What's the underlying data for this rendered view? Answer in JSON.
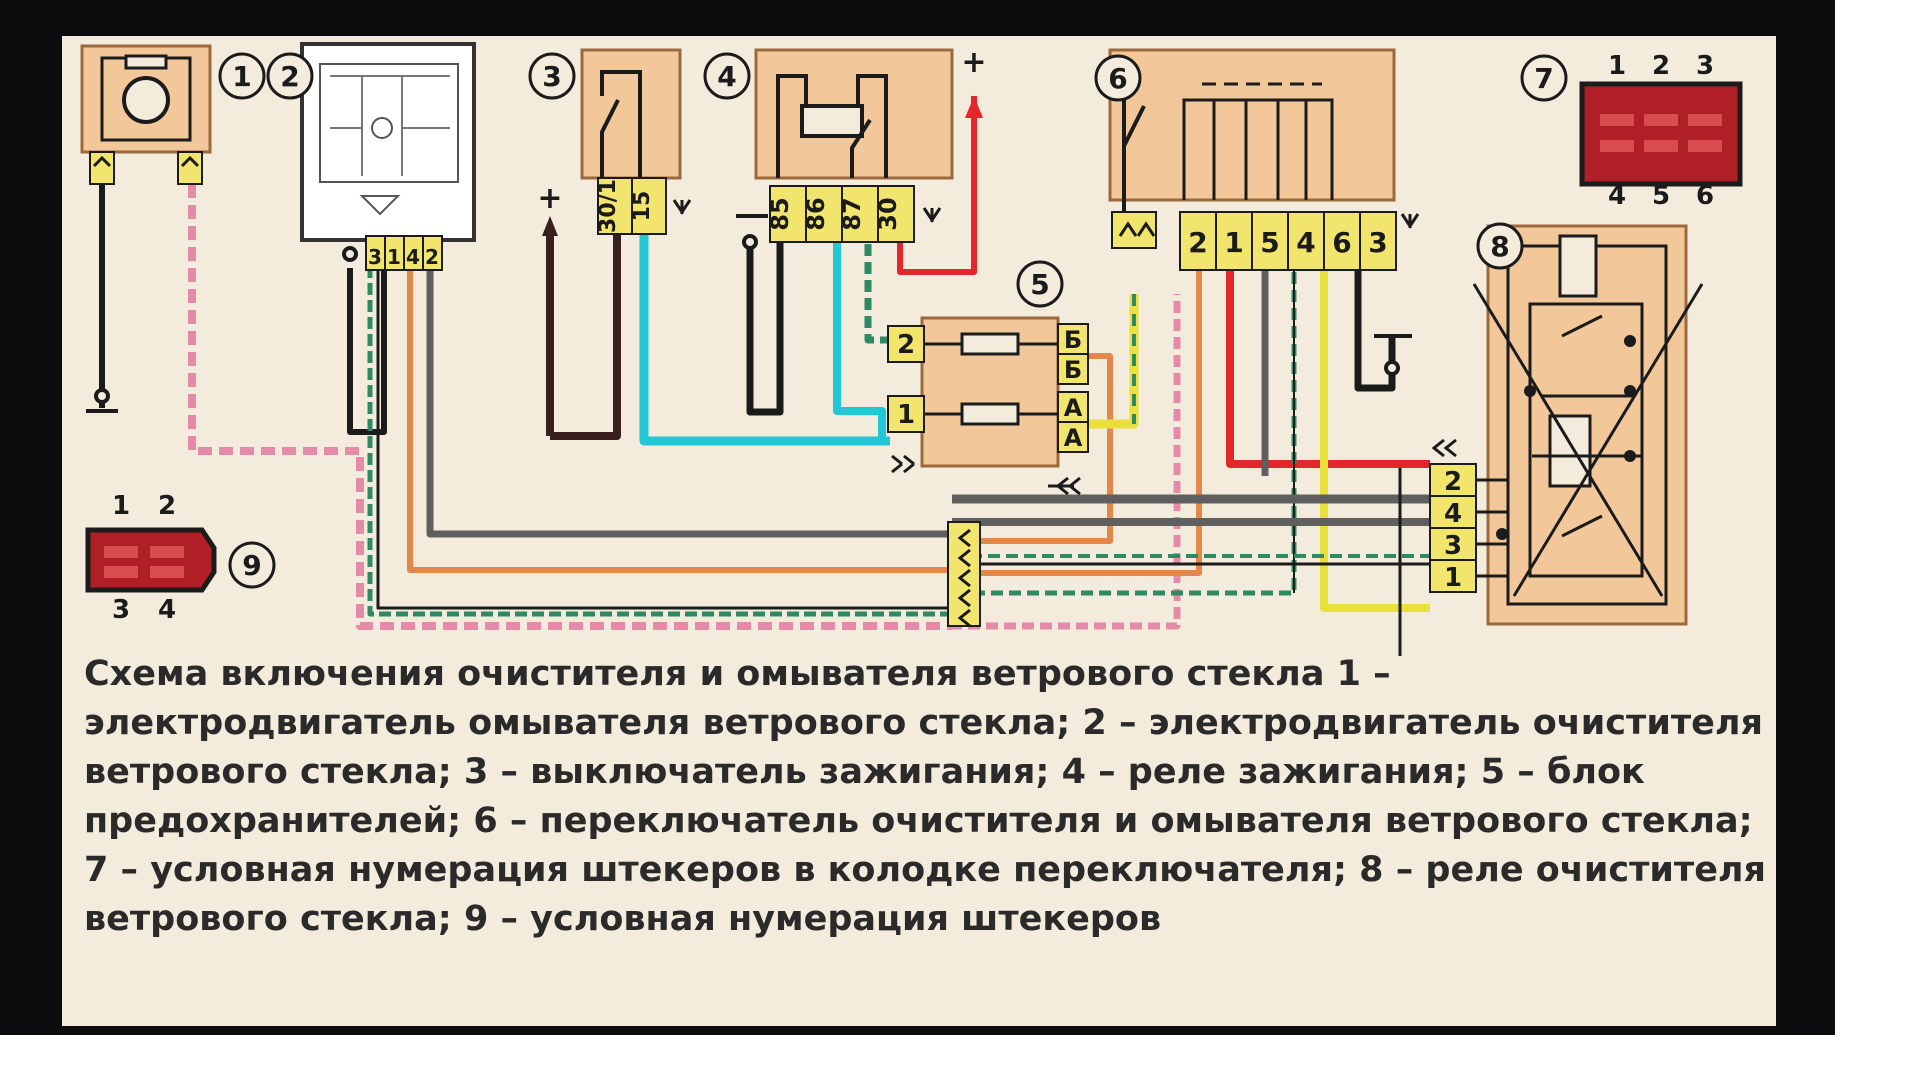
{
  "markers": [
    "1",
    "2",
    "3",
    "4",
    "5",
    "6",
    "7",
    "8",
    "9"
  ],
  "power_symbol": "+",
  "switch_3": {
    "terminals": [
      "30/1",
      "15"
    ]
  },
  "relay_4": {
    "terminals": [
      "85",
      "86",
      "87",
      "30"
    ]
  },
  "motor_2": {
    "terminals": [
      "3",
      "1",
      "4",
      "2"
    ]
  },
  "fuse_block_5": {
    "left": [
      "2",
      "1"
    ],
    "right": [
      "Б",
      "Б",
      "А",
      "А"
    ]
  },
  "switch_6": {
    "terminals": [
      "2",
      "1",
      "5",
      "4",
      "6",
      "3"
    ]
  },
  "connector_7": {
    "top": [
      "1",
      "2",
      "3"
    ],
    "bottom": [
      "4",
      "5",
      "6"
    ]
  },
  "relay_8": {
    "terminals": [
      "2",
      "4",
      "3",
      "1"
    ]
  },
  "connector_9": {
    "top": [
      "1",
      "2"
    ],
    "bottom": [
      "3",
      "4"
    ]
  },
  "colors": {
    "screen": "#f3ecdd",
    "component": "#f2c79a",
    "label_box": "#f1e56e",
    "wire_cyan": "#22c7d6",
    "wire_pink": "#e58aa8",
    "wire_red": "#e3262a",
    "wire_orange": "#e4884a",
    "wire_gray": "#5f5f5f",
    "wire_black": "#1b1b1b",
    "wire_yellow": "#eae03a",
    "wire_green": "#2e8a64",
    "connector_red": "#b01f25"
  },
  "caption": "Схема включения очистителя и омывателя ветрового стекла 1 – электродвигатель омывателя ветрового стекла; 2 – электродвигатель очистителя ветрового стекла; 3 – выключатель зажигания; 4 – реле зажигания; 5 – блок предохранителей; 6 – переключатель очистителя и омывателя ветрового стекла; 7 – условная нумерация штекеров в колодке переключателя; 8 – реле очистителя ветрового стекла; 9 – условная нумерация штекеров"
}
